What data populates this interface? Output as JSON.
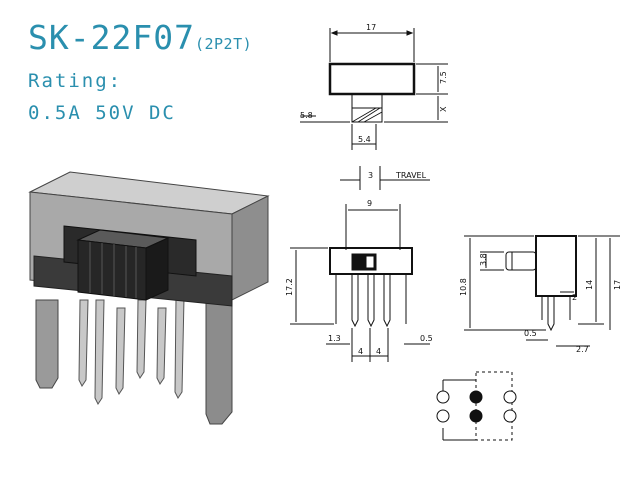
{
  "header": {
    "model": "SK-22F07",
    "config": "(2P2T)",
    "rating_label": "Rating:",
    "rating_value": "0.5A 50V DC"
  },
  "drawing": {
    "top_view": {
      "width": "17",
      "height": "7.5",
      "x": "X",
      "left": "5.8",
      "pitch": "5.4"
    },
    "travel": {
      "value": "3",
      "label": "TRAVEL"
    },
    "front_view": {
      "actuator": "9",
      "height": "17.2",
      "left": "1.3",
      "pitch_a": "4",
      "pitch_b": "4",
      "offset": "0.5"
    },
    "side_view": {
      "a": "3.8",
      "b": "10.8",
      "c": "14",
      "d": "17",
      "e": "2",
      "f": "0.5",
      "g": "2.7"
    }
  },
  "colors": {
    "accent": "#2a8fae",
    "line": "#111111"
  }
}
